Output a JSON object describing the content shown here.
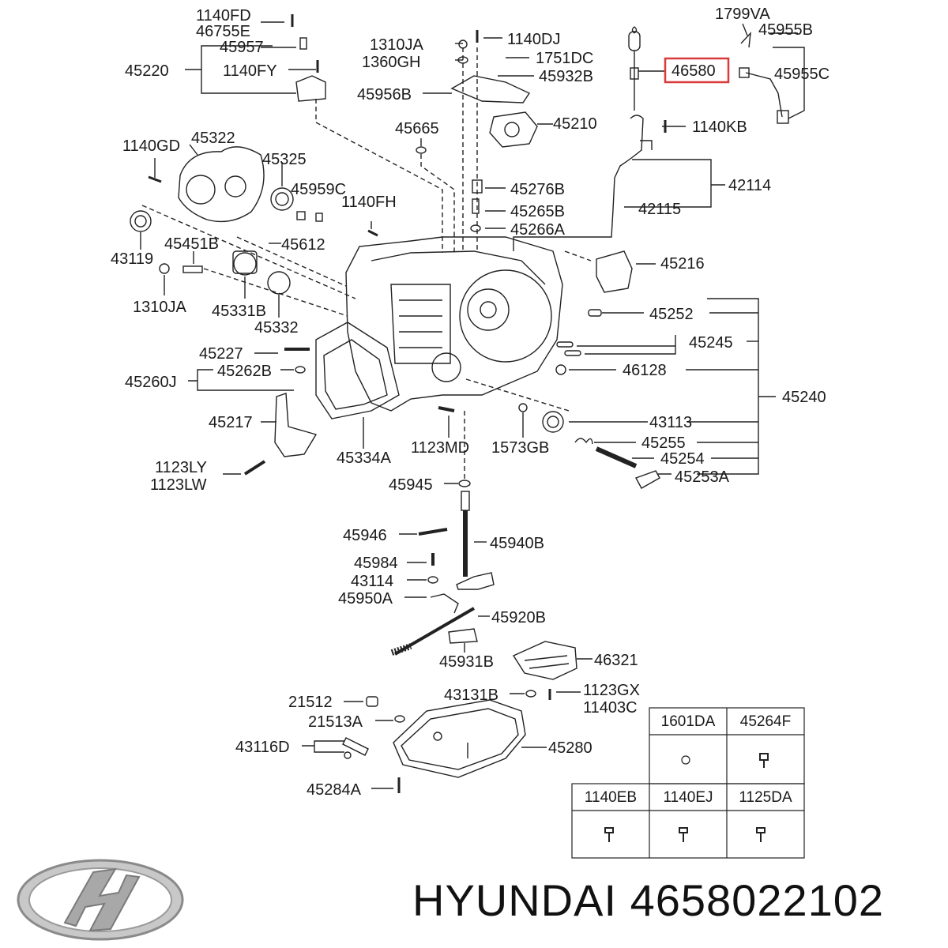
{
  "labels": [
    {
      "id": "1140FD",
      "text": "1140FD"
    },
    {
      "id": "46755E",
      "text": "46755E"
    },
    {
      "id": "45957",
      "text": "45957"
    },
    {
      "id": "45220",
      "text": "45220"
    },
    {
      "id": "1140FY",
      "text": "1140FY"
    },
    {
      "id": "1310JA-top",
      "text": "1310JA"
    },
    {
      "id": "1360GH",
      "text": "1360GH"
    },
    {
      "id": "1140DJ",
      "text": "1140DJ"
    },
    {
      "id": "1751DC",
      "text": "1751DC"
    },
    {
      "id": "45932B",
      "text": "45932B"
    },
    {
      "id": "45956B",
      "text": "45956B"
    },
    {
      "id": "1799VA",
      "text": "1799VA"
    },
    {
      "id": "45955B",
      "text": "45955B"
    },
    {
      "id": "46580",
      "text": "46580"
    },
    {
      "id": "45955C",
      "text": "45955C"
    },
    {
      "id": "45210",
      "text": "45210"
    },
    {
      "id": "45665",
      "text": "45665"
    },
    {
      "id": "1140KB",
      "text": "1140KB"
    },
    {
      "id": "1140GD",
      "text": "1140GD"
    },
    {
      "id": "45322",
      "text": "45322"
    },
    {
      "id": "45325",
      "text": "45325"
    },
    {
      "id": "45959C",
      "text": "45959C"
    },
    {
      "id": "42114",
      "text": "42114"
    },
    {
      "id": "45276B",
      "text": "45276B"
    },
    {
      "id": "45265B",
      "text": "45265B"
    },
    {
      "id": "42115",
      "text": "42115"
    },
    {
      "id": "1140FH",
      "text": "1140FH"
    },
    {
      "id": "45266A",
      "text": "45266A"
    },
    {
      "id": "43119",
      "text": "43119"
    },
    {
      "id": "45451B",
      "text": "45451B"
    },
    {
      "id": "45612",
      "text": "45612"
    },
    {
      "id": "45216",
      "text": "45216"
    },
    {
      "id": "1310JA-left",
      "text": "1310JA"
    },
    {
      "id": "45331B",
      "text": "45331B"
    },
    {
      "id": "45332",
      "text": "45332"
    },
    {
      "id": "45252",
      "text": "45252"
    },
    {
      "id": "45245",
      "text": "45245"
    },
    {
      "id": "45227",
      "text": "45227"
    },
    {
      "id": "45262B",
      "text": "45262B"
    },
    {
      "id": "46128",
      "text": "46128"
    },
    {
      "id": "45260J",
      "text": "45260J"
    },
    {
      "id": "45240",
      "text": "45240"
    },
    {
      "id": "45217",
      "text": "45217"
    },
    {
      "id": "43113",
      "text": "43113"
    },
    {
      "id": "45334A",
      "text": "45334A"
    },
    {
      "id": "1123MD",
      "text": "1123MD"
    },
    {
      "id": "1573GB",
      "text": "1573GB"
    },
    {
      "id": "45255",
      "text": "45255"
    },
    {
      "id": "45254",
      "text": "45254"
    },
    {
      "id": "1123LY",
      "text": "1123LY"
    },
    {
      "id": "1123LW",
      "text": "1123LW"
    },
    {
      "id": "45945",
      "text": "45945"
    },
    {
      "id": "45253A",
      "text": "45253A"
    },
    {
      "id": "45946",
      "text": "45946"
    },
    {
      "id": "45940B",
      "text": "45940B"
    },
    {
      "id": "45984",
      "text": "45984"
    },
    {
      "id": "43114",
      "text": "43114"
    },
    {
      "id": "45950A",
      "text": "45950A"
    },
    {
      "id": "45920B",
      "text": "45920B"
    },
    {
      "id": "45931B",
      "text": "45931B"
    },
    {
      "id": "46321",
      "text": "46321"
    },
    {
      "id": "21512",
      "text": "21512"
    },
    {
      "id": "43131B",
      "text": "43131B"
    },
    {
      "id": "1123GX",
      "text": "1123GX"
    },
    {
      "id": "11403C",
      "text": "11403C"
    },
    {
      "id": "21513A",
      "text": "21513A"
    },
    {
      "id": "43116D",
      "text": "43116D"
    },
    {
      "id": "45280",
      "text": "45280"
    },
    {
      "id": "45284A",
      "text": "45284A"
    }
  ],
  "highlighted_part": "46580",
  "accent_color": "#d93a3a",
  "legend_table": {
    "top_row": [
      "1601DA",
      "45264F"
    ],
    "bottom_row": [
      "1140EB",
      "1140EJ",
      "1125DA"
    ]
  },
  "brand": {
    "logo": "hyundai-logo",
    "name": "HYUNDAI",
    "part_number": "4658022102"
  }
}
